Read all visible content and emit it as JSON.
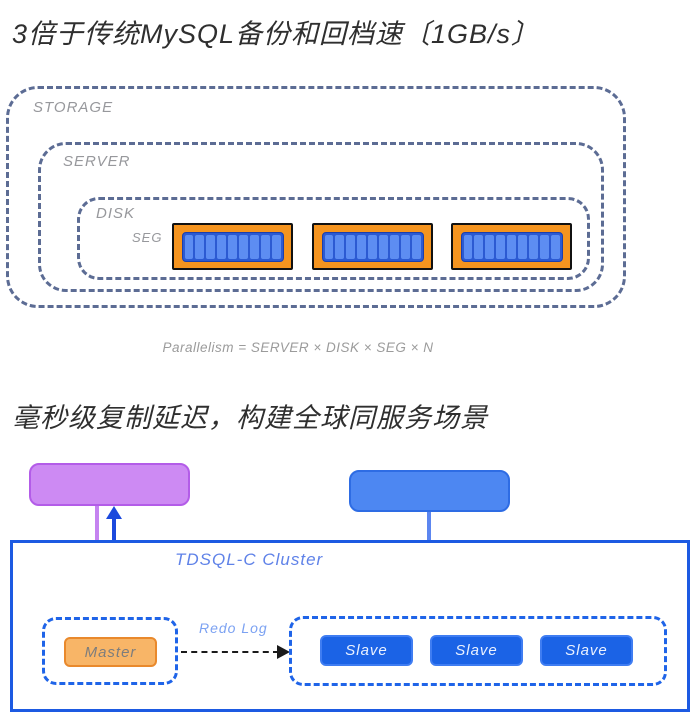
{
  "section1": {
    "title": "3倍于传统MySQL备份和回档速〔1GB/s〕",
    "storage_label": "STORAGE",
    "server_label": "SERVER",
    "disk_label": "DISK",
    "seg_label": "SEG",
    "seg_units": 3,
    "seg_cells_per_unit": 9,
    "caption": "Parallelism = SERVER × DISK × SEG × N"
  },
  "section2": {
    "title": "毫秒级复制延迟，构建全球同服务场景",
    "cluster_label": "TDSQL-C Cluster",
    "master_label": "Master",
    "redo_log_label": "Redo Log",
    "slave_labels": [
      "Slave",
      "Slave",
      "Slave"
    ]
  },
  "colors": {
    "dash-slate": "#5c6c94",
    "label-gray": "#97989c",
    "seg-orange": "#f5941f",
    "seg-cell-blue": "#5d8df2",
    "seg-bar-blue": "#2c5ad2",
    "purple-fill": "#cd8af3",
    "purple-border": "#b35ce8",
    "blue-fill": "#4d87f2",
    "blue-border": "#2e6ce4",
    "cluster-blue": "#1d5ae2",
    "cluster-label-blue": "#5f82e8",
    "master-fill": "#f8b567",
    "master-border": "#e9892c",
    "slave-fill": "#1b63e6",
    "slave-border": "#3f7df2",
    "redo-blue": "#7ca2f2",
    "purple-arrow": "#c583f0",
    "blue-arrow-dark": "#1c49dd",
    "blue-arrow-light": "#5c86f0",
    "arrow-black": "#1a1a1a",
    "title-color": "#2f2f2f"
  }
}
